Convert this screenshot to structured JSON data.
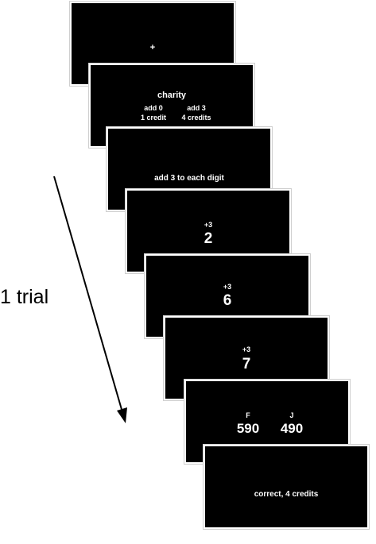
{
  "screens": {
    "fixation": {
      "symbol": "+"
    },
    "choice": {
      "title": "charity",
      "option_left": {
        "add": "add 0",
        "credit": "1 credit"
      },
      "option_right": {
        "add": "add 3",
        "credit": "4 credits"
      }
    },
    "instruction": {
      "text": "add 3 to each digit"
    },
    "digit1": {
      "op": "+3",
      "digit": "2"
    },
    "digit2": {
      "op": "+3",
      "digit": "6"
    },
    "digit3": {
      "op": "+3",
      "digit": "7"
    },
    "response": {
      "left_key": "F",
      "left_value": "590",
      "right_key": "J",
      "right_value": "490"
    },
    "feedback": {
      "text": "correct, 4 credits"
    }
  },
  "trial_label": "1 trial",
  "colors": {
    "screen_bg": "#000000",
    "screen_text": "#ffffff",
    "arrow": "#000000"
  }
}
